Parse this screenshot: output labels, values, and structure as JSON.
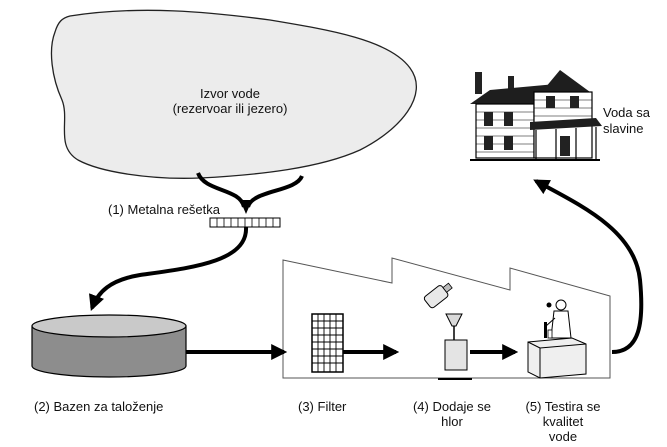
{
  "source": {
    "line1": "Izvor vode",
    "line2": "(rezervoar ili jezero)"
  },
  "steps": {
    "screen": "(1) Metalna rešetka",
    "basin": "(2) Bazen za taloženje",
    "filter": "(3) Filter",
    "chlorine": {
      "line1": "(4) Dodaje se",
      "line2": "hlor"
    },
    "testing": {
      "line1": "(5) Testira se",
      "line2": "kvalitet",
      "line3": "vode"
    }
  },
  "house": {
    "line1": "Voda sa",
    "line2": "slavine"
  },
  "icons": [
    "cloud-icon",
    "house-icon",
    "tank-icon",
    "filter-icon",
    "bottle-icon",
    "lab-worker-icon"
  ]
}
